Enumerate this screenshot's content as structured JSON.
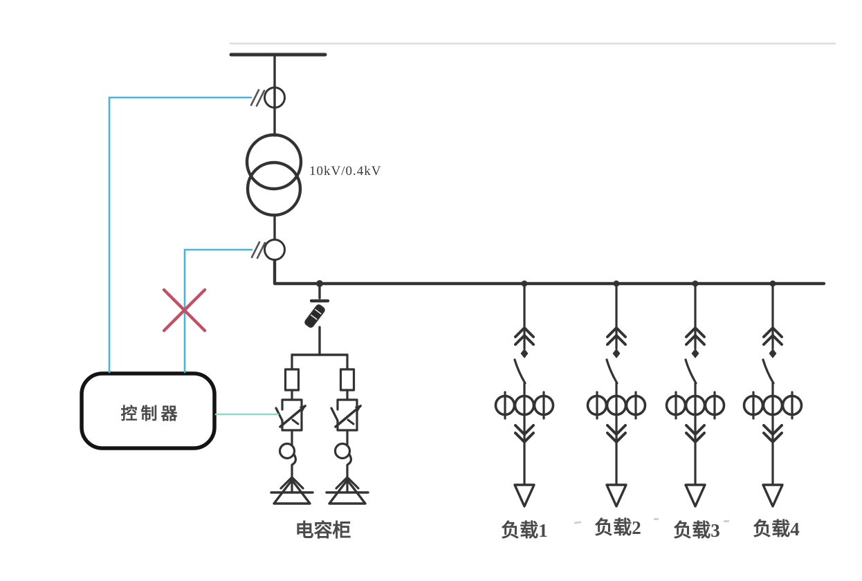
{
  "labels": {
    "transformer_ratio": "10kV/0.4kV",
    "controller": "控制器",
    "capacitor_cabinet": "电容柜"
  },
  "loads": [
    {
      "label": "负载1"
    },
    {
      "label": "负载2"
    },
    {
      "label": "负载3"
    },
    {
      "label": "负载4"
    }
  ],
  "colors": {
    "diagram_line": "#333333",
    "signal_blue": "#49b4da",
    "control_teal": "#8ed9c6",
    "fault_red": "#c44f63",
    "faint_line": "#dcdcdc"
  }
}
